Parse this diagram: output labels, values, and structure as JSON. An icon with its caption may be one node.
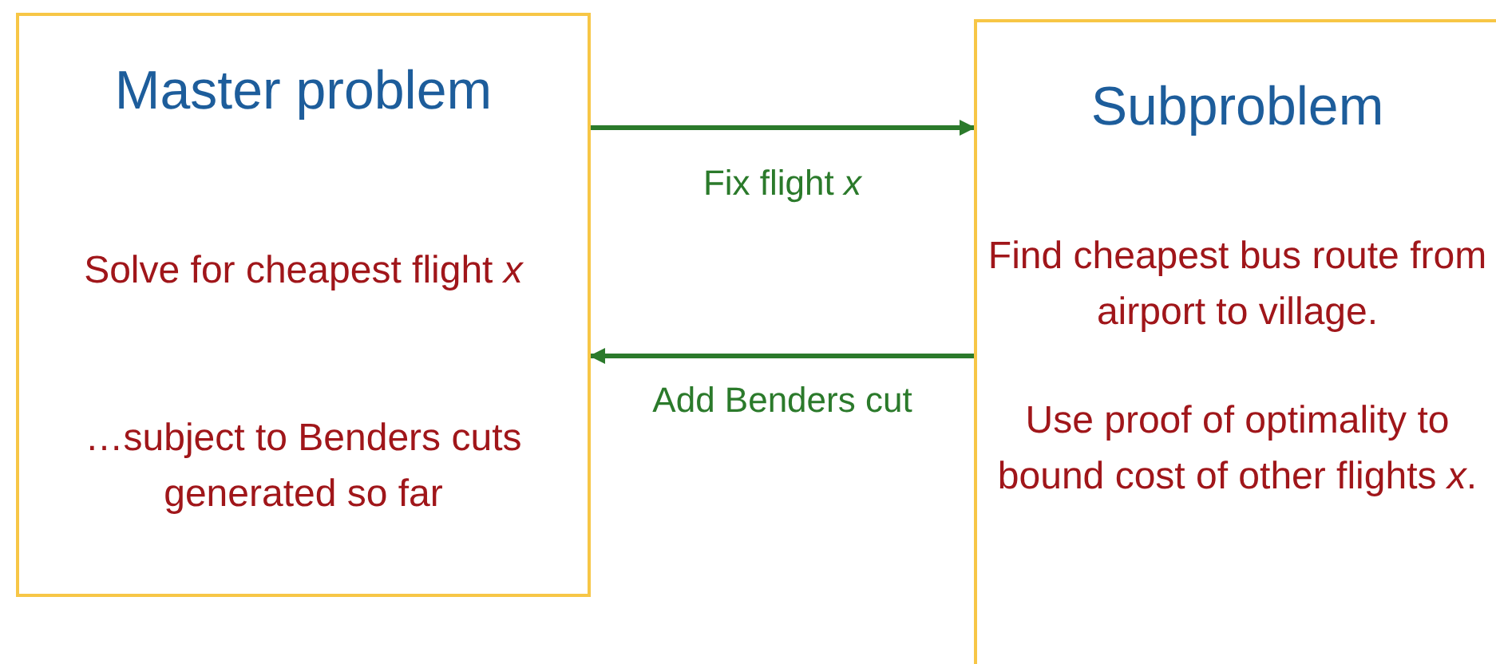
{
  "diagram": {
    "nodes": [
      {
        "text": [
          "Master problem",
          "Solve for cheapest flight *x*",
          "…subject to Benders cuts generated so far"
        ]
      },
      {
        "text": [
          "Subproblem",
          "Find cheapest bus route from airport to village.",
          "Use proof of optimality to bound cost of other flights *x*."
        ]
      }
    ],
    "edges": [
      {
        "from": 0,
        "to": 1,
        "arrow": "to",
        "label": "Fix flight *x*"
      },
      {
        "from": 1,
        "to": 0,
        "arrow": "to",
        "label": "Add Benders cut"
      }
    ]
  }
}
